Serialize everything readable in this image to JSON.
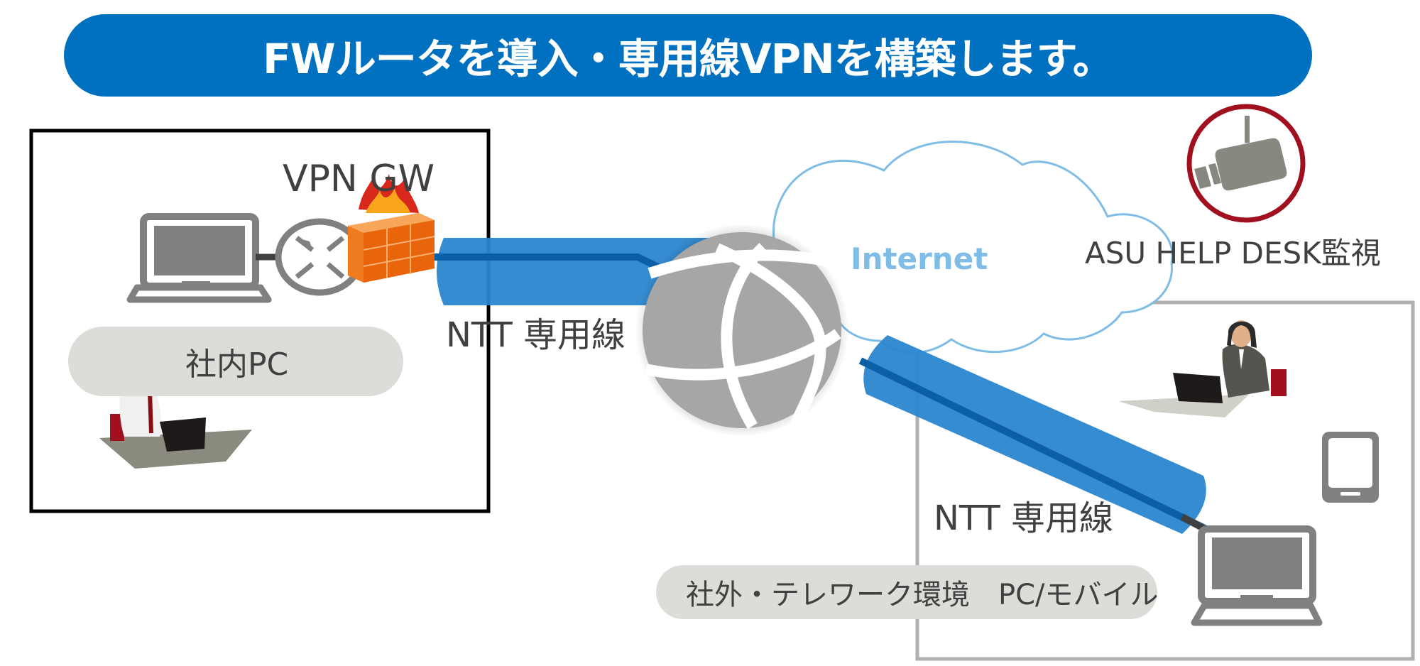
{
  "title": "FWルータを導入・専用線VPNを構築します。",
  "office": {
    "gateway_label": "VPN GW",
    "pill_label": "社内PC",
    "line_label": "NTT 専用線"
  },
  "internet": {
    "label": "Internet"
  },
  "monitoring": {
    "label": "ASU HELP DESK監視"
  },
  "remote": {
    "line_label": "NTT 専用線",
    "pill_label": "社外・テレワーク環境　PC/モバイル"
  },
  "colors": {
    "title_bg": "#0070c0",
    "pipe": "#2a86cf",
    "pipe_core": "#0b5fa5",
    "cloud_stroke": "#7fbde6",
    "internet_text": "#7fbde6",
    "camera_ring": "#a0101e",
    "icon_gray": "#808080",
    "firewall": "#f07a1e"
  }
}
